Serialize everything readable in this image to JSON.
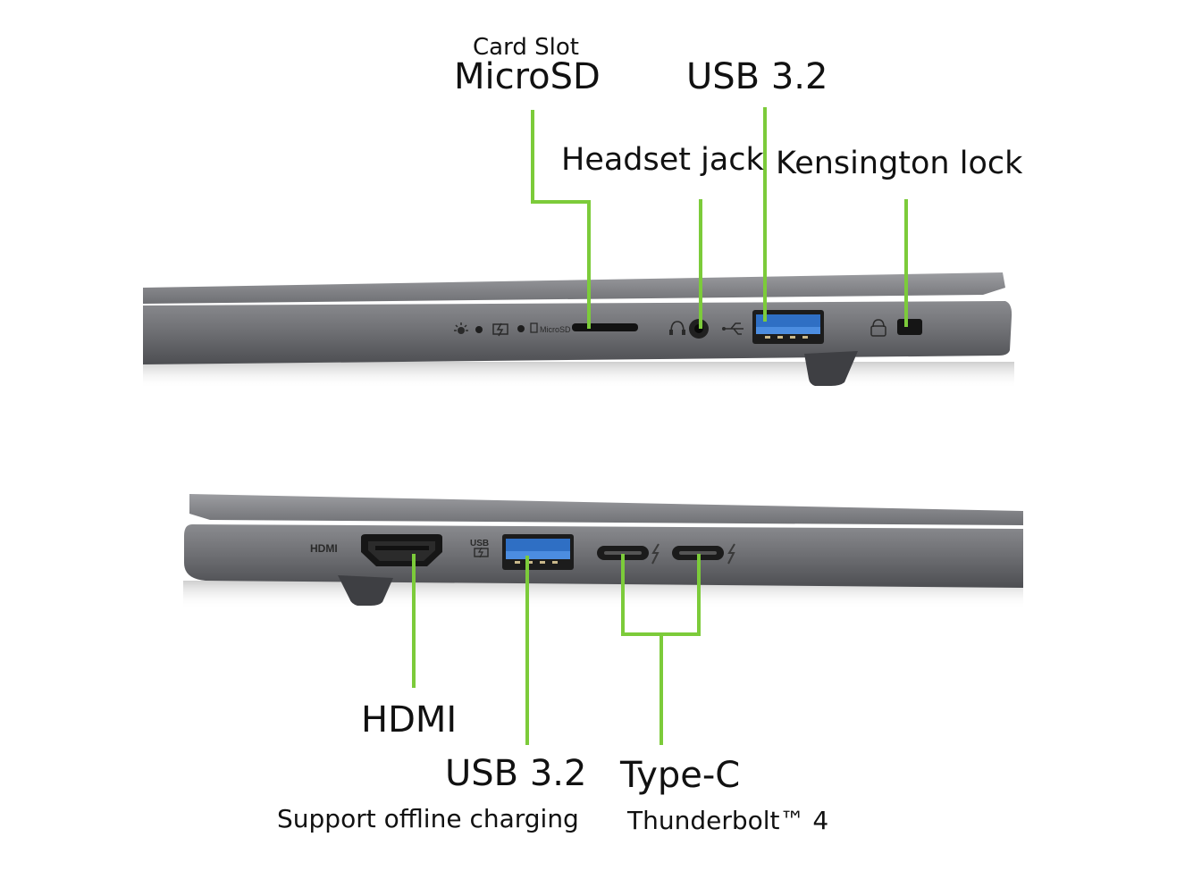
{
  "accent_color": "#7ccb3a",
  "body_color": "#6b6c70",
  "top_view": {
    "labels": {
      "card_slot": "Card Slot",
      "microsd": "MicroSD",
      "usb": "USB 3.2",
      "headset": "Headset jack",
      "kensington": "Kensington lock"
    },
    "icons": [
      "power-light-icon",
      "battery-charge-icon",
      "microsd-icon",
      "headset-icon",
      "usb-icon",
      "lock-icon"
    ],
    "port_print": {
      "microsd": "MicroSD"
    }
  },
  "bottom_view": {
    "labels": {
      "hdmi": "HDMI",
      "usb": "USB 3.2",
      "usb_note": "Support offline charging",
      "typec": "Type-C",
      "typec_note": "Thunderbolt™ 4"
    },
    "port_print": {
      "hdmi": "HDMI",
      "usb": "USB"
    },
    "icons": [
      "usb-charge-icon",
      "thunderbolt-icon"
    ]
  }
}
